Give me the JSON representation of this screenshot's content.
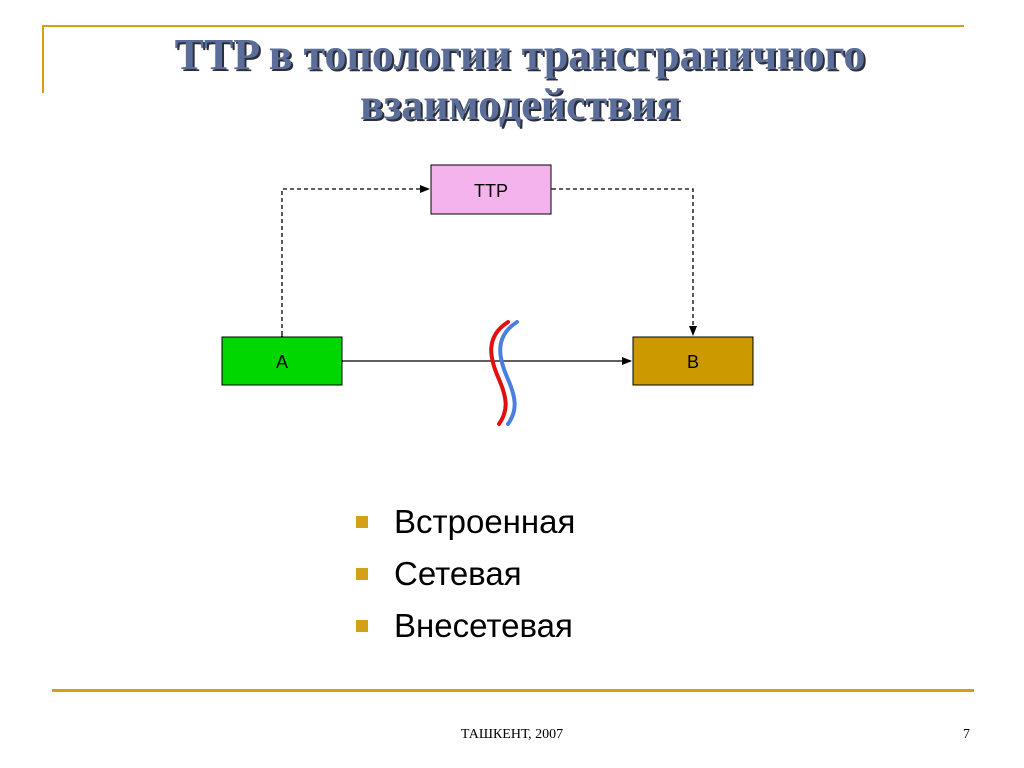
{
  "title": "TTP в топологии трансграничного взаимодействия",
  "diagram": {
    "ttp_label": "ТТР",
    "a_label": "A",
    "b_label": "B",
    "colors": {
      "ttp_fill": "#f5b3ee",
      "a_fill": "#00d700",
      "b_fill": "#cc9900",
      "boundary_red": "#e01010",
      "boundary_blue": "#4a7fe0"
    }
  },
  "bullets": [
    "Встроенная",
    "Сетевая",
    "Внесетевая"
  ],
  "footer": {
    "text": "ТАШКЕНТ, 2007",
    "page": "7"
  }
}
